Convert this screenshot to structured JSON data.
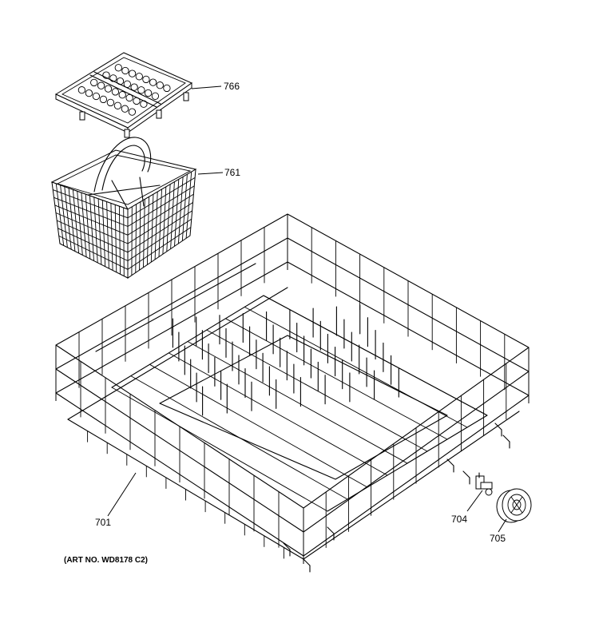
{
  "parts": [
    {
      "id": "p766",
      "number": "766",
      "name": "utensil-basket-cover"
    },
    {
      "id": "p761",
      "number": "761",
      "name": "utensil-basket"
    },
    {
      "id": "p701",
      "number": "701",
      "name": "lower-rack"
    },
    {
      "id": "p704",
      "number": "704",
      "name": "rack-roller-axle"
    },
    {
      "id": "p705",
      "number": "705",
      "name": "rack-roller-wheel"
    }
  ],
  "art_number": "(ART NO. WD8178 C2)"
}
